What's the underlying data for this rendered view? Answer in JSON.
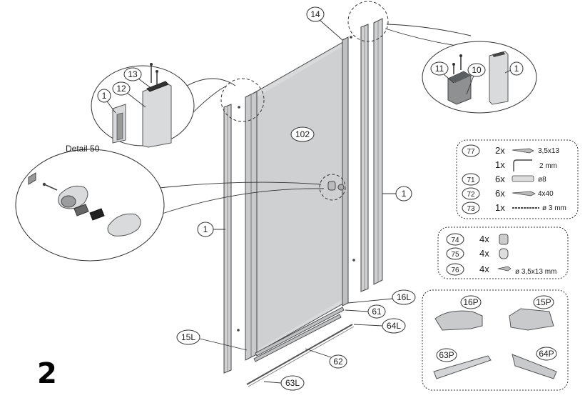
{
  "step_number": "2",
  "detail_title": "Detail 50",
  "callouts": {
    "c14": "14",
    "c13": "13",
    "c12": "12",
    "c1_detail": "1",
    "c11": "11",
    "c10": "10",
    "c1_topright": "1",
    "c102": "102",
    "c1_mid": "1",
    "c1_left": "1",
    "c16L": "16L",
    "c61": "61",
    "c64L": "64L",
    "c15L": "15L",
    "c62": "62",
    "c63L": "63L"
  },
  "hardware_list": [
    {
      "ref": "77",
      "qty": "2x",
      "spec": "3,5x13"
    },
    {
      "ref": "",
      "qty": "1x",
      "spec": "2 mm"
    },
    {
      "ref": "71",
      "qty": "6x",
      "spec": "ø8"
    },
    {
      "ref": "72",
      "qty": "6x",
      "spec": "4x40"
    },
    {
      "ref": "73",
      "qty": "1x",
      "spec": "ø 3 mm"
    }
  ],
  "caps_list": [
    {
      "ref": "74",
      "qty": "4x",
      "spec": ""
    },
    {
      "ref": "75",
      "qty": "4x",
      "spec": ""
    },
    {
      "ref": "76",
      "qty": "4x",
      "spec": "ø 3,5x13 mm"
    }
  ],
  "seal_parts": {
    "p16P": "16P",
    "p15P": "15P",
    "p63P": "63P",
    "p64P": "64P"
  },
  "colors": {
    "line": "#333333",
    "glass": "#d8d9da",
    "profile": "#cfd0d1",
    "dark_part": "#7d8083"
  }
}
